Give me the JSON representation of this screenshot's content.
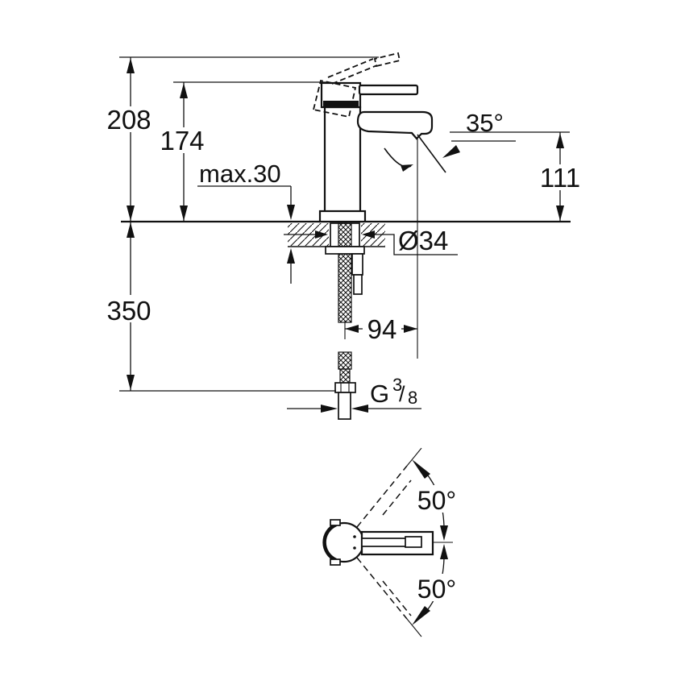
{
  "drawing": {
    "labels": {
      "overall_height": "208",
      "handle_height": "174",
      "deck_thickness": "max.30",
      "spout_angle": "35°",
      "spout_outlet_height": "111",
      "hose_clearance": "350",
      "shank_diameter": "Ø34",
      "spout_projection": "94",
      "thread": {
        "letter": "G",
        "numerator": "3",
        "slash": "/",
        "denominator": "8"
      },
      "handle_swivel_up": "50°",
      "handle_swivel_down": "50°"
    },
    "colors": {
      "line": "#111111",
      "background": "#ffffff"
    }
  }
}
